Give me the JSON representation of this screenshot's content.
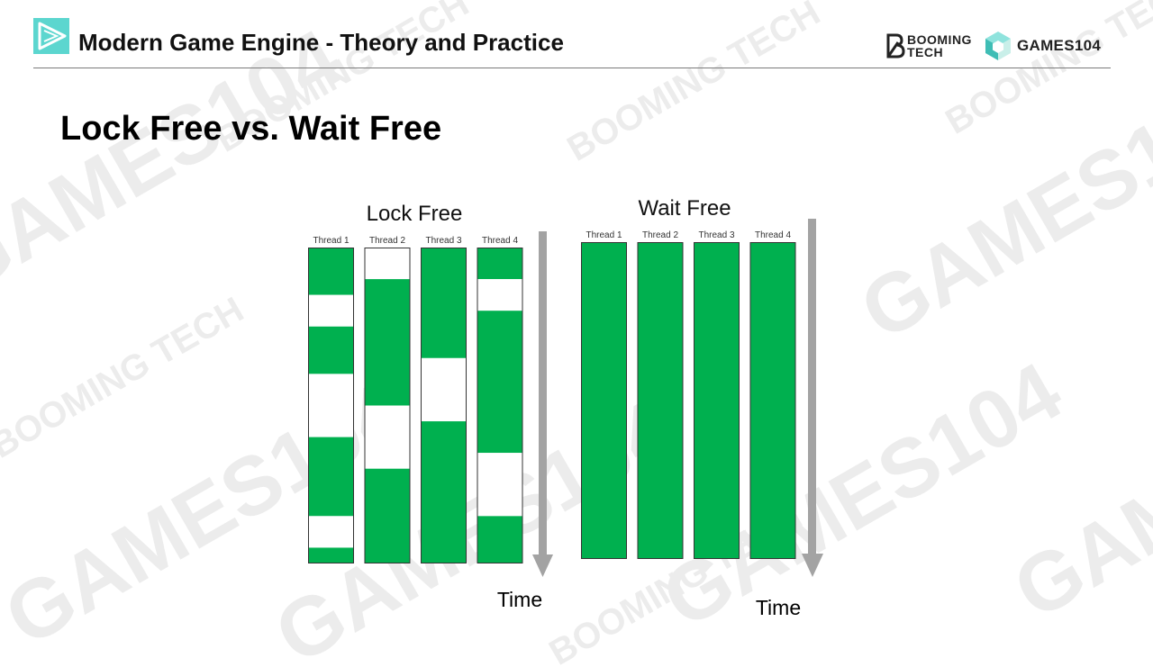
{
  "header": {
    "title": "Modern Game Engine - Theory and Practice",
    "brand_booming_line1": "BOOMING",
    "brand_booming_line2": "TECH",
    "brand_games": "GAMES104"
  },
  "slide": {
    "title": "Lock Free vs. Wait Free"
  },
  "watermarks": [
    "GAMES104",
    "BOOMING TECH"
  ],
  "colors": {
    "busy": "#00b04f",
    "blocked": "#ffffff",
    "arrow": "#a3a3a3",
    "teal": "#5cd6cf"
  },
  "diagram": {
    "panels": [
      {
        "title": "Lock Free",
        "time_label": "Time",
        "threads": [
          {
            "label": "Thread 1",
            "segments": [
              [
                "busy",
                0.15
              ],
              [
                "blocked",
                0.1
              ],
              [
                "busy",
                0.15
              ],
              [
                "blocked",
                0.2
              ],
              [
                "busy",
                0.25
              ],
              [
                "blocked",
                0.1
              ],
              [
                "busy",
                0.05
              ]
            ]
          },
          {
            "label": "Thread 2",
            "segments": [
              [
                "blocked",
                0.1
              ],
              [
                "busy",
                0.4
              ],
              [
                "blocked",
                0.2
              ],
              [
                "busy",
                0.3
              ]
            ]
          },
          {
            "label": "Thread 3",
            "segments": [
              [
                "busy",
                0.35
              ],
              [
                "blocked",
                0.2
              ],
              [
                "busy",
                0.45
              ]
            ]
          },
          {
            "label": "Thread 4",
            "segments": [
              [
                "busy",
                0.1
              ],
              [
                "blocked",
                0.1
              ],
              [
                "busy",
                0.45
              ],
              [
                "blocked",
                0.2
              ],
              [
                "busy",
                0.15
              ]
            ]
          }
        ]
      },
      {
        "title": "Wait Free",
        "time_label": "Time",
        "threads": [
          {
            "label": "Thread 1",
            "segments": [
              [
                "busy",
                1.0
              ]
            ]
          },
          {
            "label": "Thread 2",
            "segments": [
              [
                "busy",
                1.0
              ]
            ]
          },
          {
            "label": "Thread 3",
            "segments": [
              [
                "busy",
                1.0
              ]
            ]
          },
          {
            "label": "Thread 4",
            "segments": [
              [
                "busy",
                1.0
              ]
            ]
          }
        ]
      }
    ]
  }
}
